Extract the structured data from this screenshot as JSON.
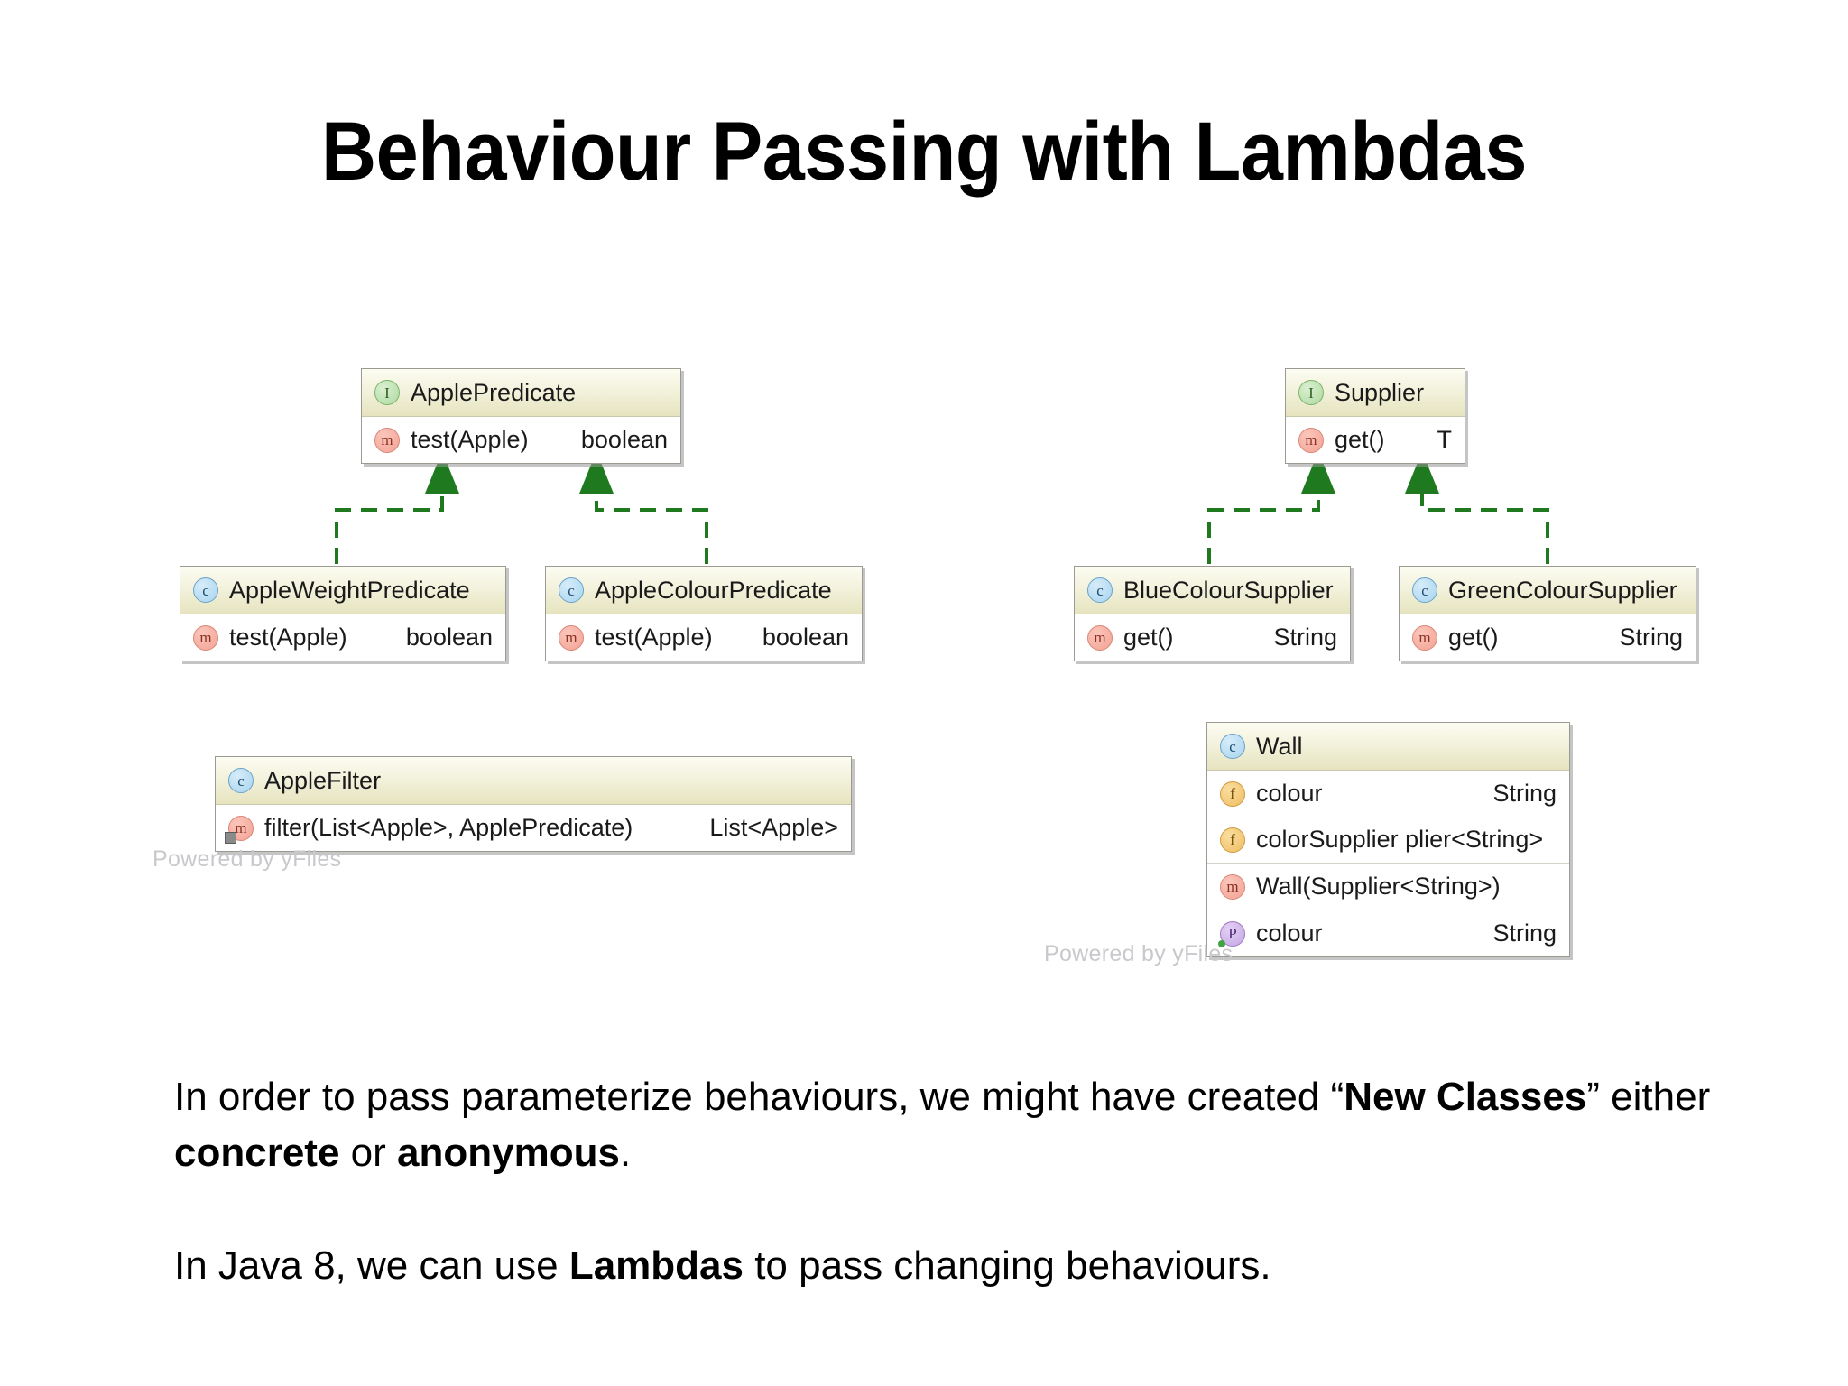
{
  "slide": {
    "title": "Behaviour Passing with Lambdas"
  },
  "diagram": {
    "watermark_left": "Powered by yFiles",
    "watermark_right": "Powered by yFiles",
    "relationship_color": "#1f7a1f",
    "nodes": {
      "apple_predicate": {
        "icon": "interface-icon",
        "icon_letter": "I",
        "name": "ApplePredicate",
        "members": [
          {
            "icon": "method-icon",
            "icon_letter": "m",
            "name": "test(Apple)",
            "type": "boolean"
          }
        ]
      },
      "apple_weight_predicate": {
        "icon": "class-icon",
        "icon_letter": "c",
        "name": "AppleWeightPredicate",
        "members": [
          {
            "icon": "method-icon",
            "icon_letter": "m",
            "name": "test(Apple)",
            "type": "boolean"
          }
        ]
      },
      "apple_colour_predicate": {
        "icon": "class-icon",
        "icon_letter": "c",
        "name": "AppleColourPredicate",
        "members": [
          {
            "icon": "method-icon",
            "icon_letter": "m",
            "name": "test(Apple)",
            "type": "boolean"
          }
        ]
      },
      "apple_filter": {
        "icon": "class-icon",
        "icon_letter": "c",
        "name": "AppleFilter",
        "members": [
          {
            "icon": "method-static-icon",
            "icon_letter": "m",
            "name": "filter(List<Apple>, ApplePredicate)",
            "type": "List<Apple>"
          }
        ]
      },
      "supplier": {
        "icon": "interface-icon",
        "icon_letter": "I",
        "name": "Supplier",
        "members": [
          {
            "icon": "method-icon",
            "icon_letter": "m",
            "name": "get()",
            "type": "T"
          }
        ]
      },
      "blue_colour_supplier": {
        "icon": "class-icon",
        "icon_letter": "c",
        "name": "BlueColourSupplier",
        "members": [
          {
            "icon": "method-icon",
            "icon_letter": "m",
            "name": "get()",
            "type": "String"
          }
        ]
      },
      "green_colour_supplier": {
        "icon": "class-icon",
        "icon_letter": "c",
        "name": "GreenColourSupplier",
        "members": [
          {
            "icon": "method-icon",
            "icon_letter": "m",
            "name": "get()",
            "type": "String"
          }
        ]
      },
      "wall": {
        "icon": "class-icon",
        "icon_letter": "c",
        "name": "Wall",
        "members": [
          {
            "icon": "field-icon",
            "icon_letter": "f",
            "name": "colour",
            "type": "String"
          },
          {
            "icon": "field-icon",
            "icon_letter": "f",
            "name": "colorSupplier plier<String>",
            "type": ""
          },
          {
            "icon": "method-icon",
            "icon_letter": "m",
            "name": "Wall(Supplier<String>)",
            "type": ""
          },
          {
            "icon": "property-icon",
            "icon_letter": "P",
            "name": "colour",
            "type": "String"
          }
        ]
      }
    }
  },
  "body": {
    "paragraph_1_part_1": "In order to pass parameterize behaviours, we might have created “",
    "paragraph_1_bold_1": "New Classes",
    "paragraph_1_part_2": "” either ",
    "paragraph_1_bold_2": "concrete",
    "paragraph_1_part_3": " or ",
    "paragraph_1_bold_3": "anonymous",
    "paragraph_1_part_4": ".",
    "paragraph_2_part_1": "In Java 8, we can use ",
    "paragraph_2_bold_1": "Lambdas",
    "paragraph_2_part_2": " to pass changing behaviours."
  }
}
